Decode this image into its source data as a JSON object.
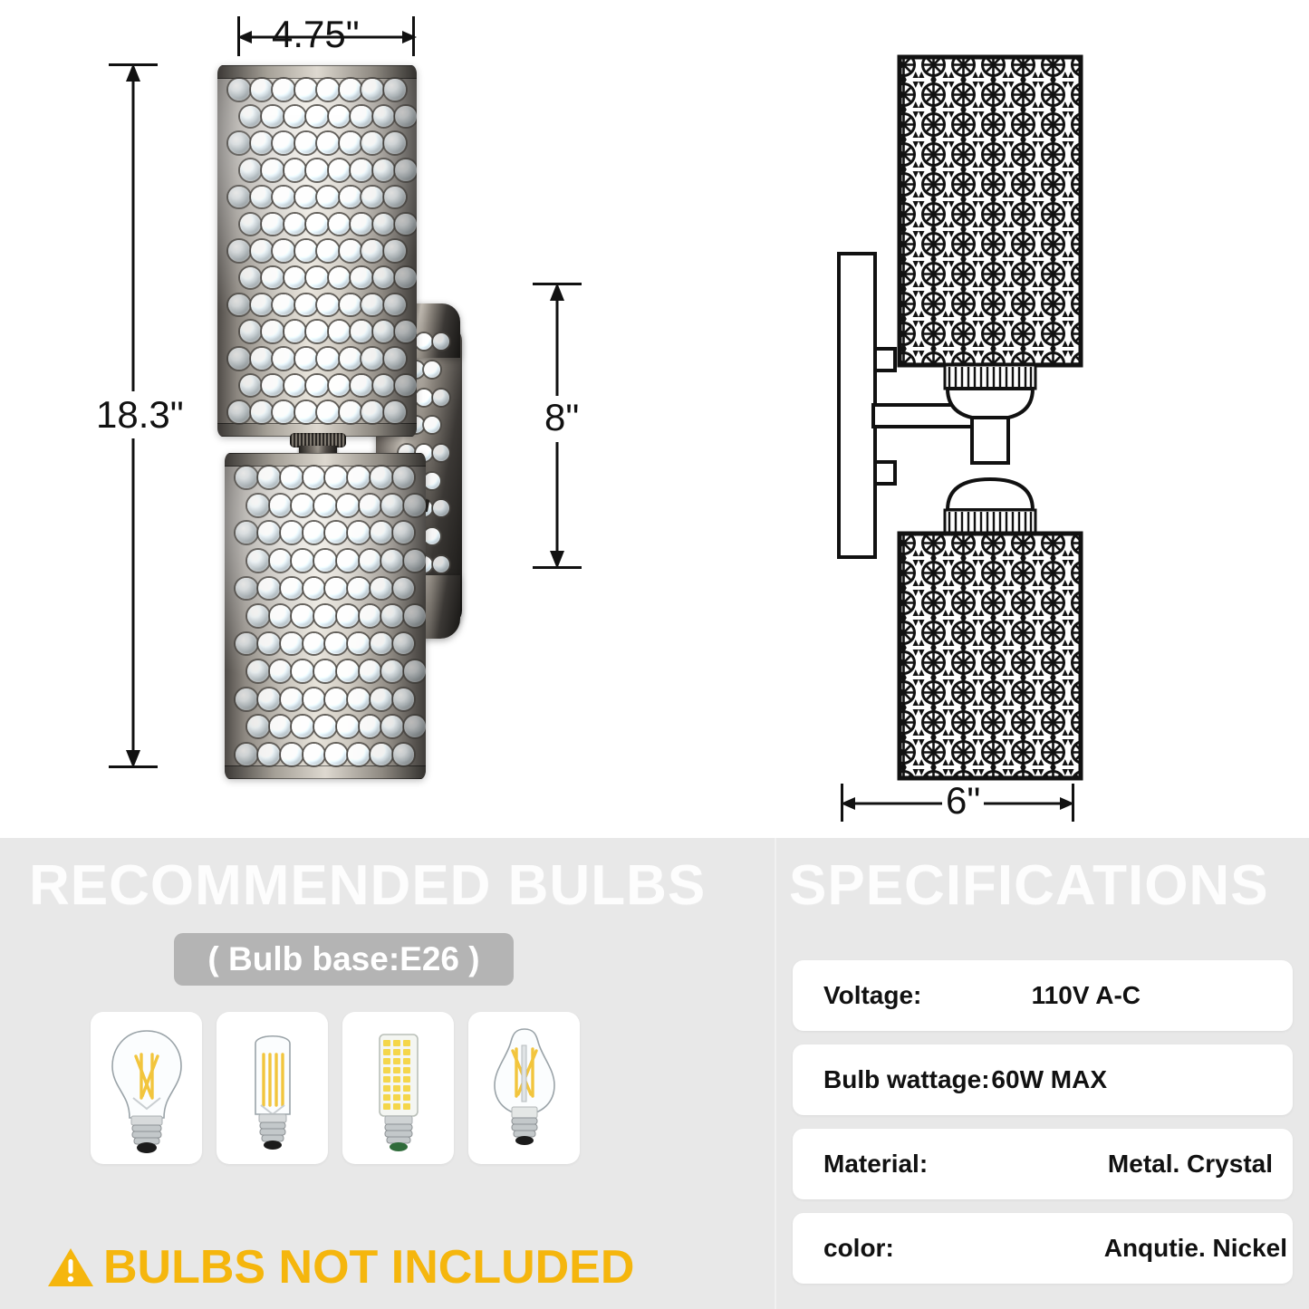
{
  "diagram": {
    "dimensions": {
      "width_top": "4.75\"",
      "height_total": "18.3\"",
      "height_partial": "8\"",
      "width_bottom": "6\""
    },
    "photo_alt": "crystal two-light wall sconce photo",
    "lineart_alt": "technical line drawing of wall sconce"
  },
  "bulbs": {
    "title": "RECOMMENDED BULBS",
    "base_pill": "( Bulb base:E26 )",
    "items": [
      {
        "name": "a19-filament-bulb"
      },
      {
        "name": "t45-tube-filament-bulb"
      },
      {
        "name": "led-corn-bulb"
      },
      {
        "name": "st64-edison-bulb"
      }
    ],
    "warning": "BULBS NOT INCLUDED",
    "warning_color": "#f5b60d"
  },
  "specifications": {
    "title": "SPECIFICATIONS",
    "rows": [
      {
        "label": "Voltage:",
        "value": "110V  A-C"
      },
      {
        "label": "Bulb wattage:",
        "value": "60W MAX"
      },
      {
        "label": "Material:",
        "value": "Metal. Crystal"
      },
      {
        "label": "color:",
        "value": "Anqutie. Nickel"
      }
    ]
  },
  "colors": {
    "panel_bg": "#e8e8e8",
    "card_bg": "#ffffff",
    "title_text": "#fdfdfd",
    "pill_bg": "#b4b4b4",
    "ink": "#111111"
  }
}
